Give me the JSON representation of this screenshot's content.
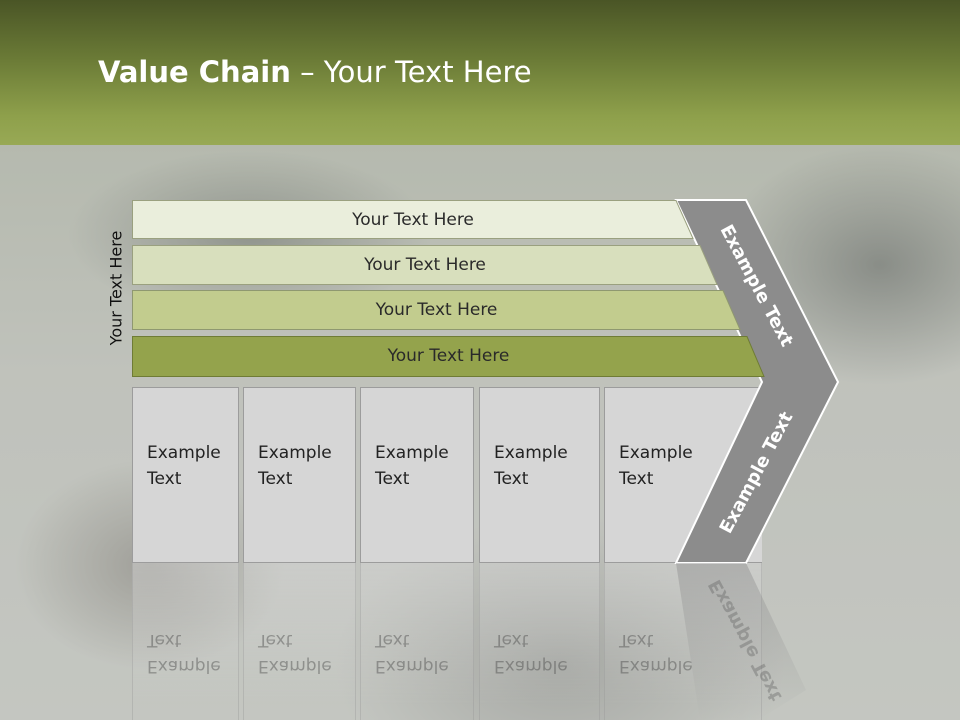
{
  "title": {
    "bold": "Value Chain",
    "rest": " – Your Text Here"
  },
  "side_label": "Your Text Here",
  "bars": [
    {
      "label": "Your Text Here",
      "color": "#eaeedc"
    },
    {
      "label": "Your Text Here",
      "color": "#d8dfbd"
    },
    {
      "label": "Your Text Here",
      "color": "#c2cc8e"
    },
    {
      "label": "Your Text Here",
      "color": "#94a34c"
    }
  ],
  "boxes": [
    {
      "line1": "Example",
      "line2": "Text"
    },
    {
      "line1": "Example",
      "line2": "Text"
    },
    {
      "line1": "Example",
      "line2": "Text"
    },
    {
      "line1": "Example",
      "line2": "Text"
    },
    {
      "line1": "Example",
      "line2": "Text"
    }
  ],
  "chevron": {
    "upper_label": "Example Text",
    "lower_label": "Example Text",
    "color": "#8c8c8c"
  },
  "colors": {
    "header_dark": "#4a5526",
    "header_light": "#98a955"
  }
}
